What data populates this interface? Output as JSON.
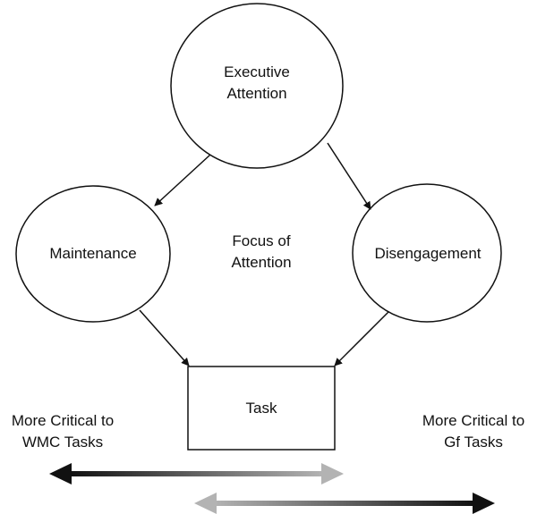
{
  "nodes": {
    "executive": {
      "line1": "Executive",
      "line2": "Attention"
    },
    "maintenance": {
      "label": "Maintenance"
    },
    "disengagement": {
      "label": "Disengagement"
    },
    "task": {
      "label": "Task"
    }
  },
  "center_label": {
    "line1": "Focus of",
    "line2": "Attention"
  },
  "left_annotation": {
    "line1": "More Critical to",
    "line2": "WMC Tasks"
  },
  "right_annotation": {
    "line1": "More Critical to",
    "line2": "Gf Tasks"
  },
  "colors": {
    "stroke": "#111111",
    "gradient_dark": "#111111",
    "gradient_light": "#b3b3b3"
  }
}
